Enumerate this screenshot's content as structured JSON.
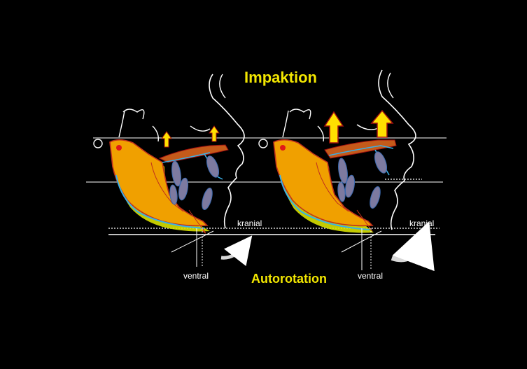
{
  "title": "Impaktion",
  "caption": "Autorotation",
  "labels": {
    "kranial": "kranial",
    "ventral": "ventral"
  },
  "colors": {
    "background": "#000000",
    "title": "#f2e600",
    "mandible_fill": "#f0a000",
    "mandible_outline": "#c0301c",
    "mandible_shadow": "#d8e000",
    "mandible_edge": "#3ab0e8",
    "maxilla_fill": "#c45a1a",
    "teeth": "#7d7aa0",
    "arrow_fill": "#ffe000",
    "arrow_outline": "#a01010",
    "line": "#ffffff",
    "condyle_point": "#e01818"
  }
}
